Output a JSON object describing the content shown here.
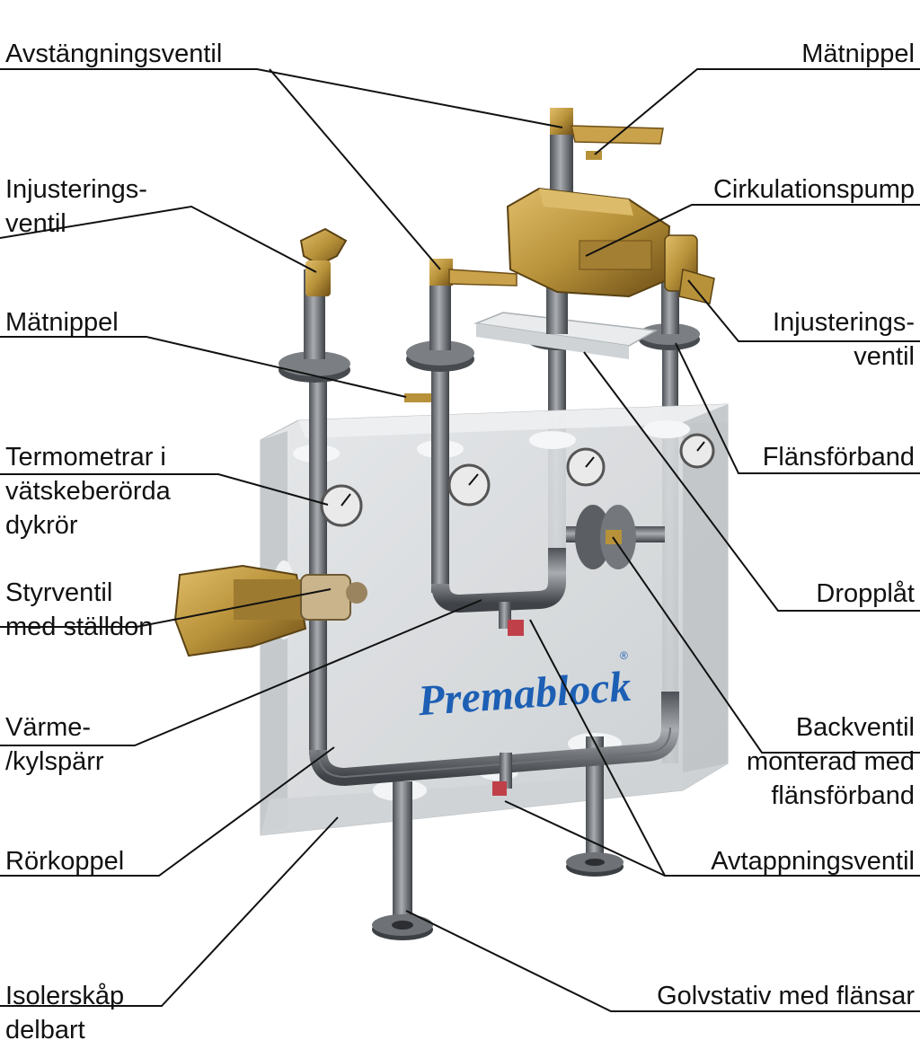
{
  "brand": {
    "logo_text": "Premablock",
    "registered_mark": "®"
  },
  "labels": {
    "avstangningsventil": "Avstängningsventil",
    "matnippel_top": "Mätnippel",
    "injusteringsventil_left": [
      "Injusterings-",
      "ventil"
    ],
    "cirkulationspump": "Cirkulationspump",
    "matnippel_left": "Mätnippel",
    "injusteringsventil_right": [
      "Injusterings-",
      "ventil"
    ],
    "termometrar": [
      "Termometrar i",
      "vätskeberörda",
      "dykrör"
    ],
    "flansforband": "Flänsförband",
    "styrventil": [
      "Styrventil",
      "med ställdon"
    ],
    "dropplat": "Dropplåt",
    "varme_kylsparr": [
      "Värme-",
      "/kylspärr"
    ],
    "backventil": [
      "Backventil",
      "monterad med",
      "flänsförband"
    ],
    "rorkoppel": "Rörkoppel",
    "avtappningsventil": "Avtappningsventil",
    "isolerskap": [
      "Isolerskåp",
      "delbart"
    ],
    "golvstativ": "Golvstativ med flänsar"
  },
  "colors": {
    "brass": "#b8923a",
    "brass_dark": "#7a5a1c",
    "steel": "#8a8e92",
    "steel_dark": "#4d5156",
    "cabinet": "#d9dcde",
    "logo_blue": "#1d5fb4",
    "valve_red": "#c0404a"
  }
}
